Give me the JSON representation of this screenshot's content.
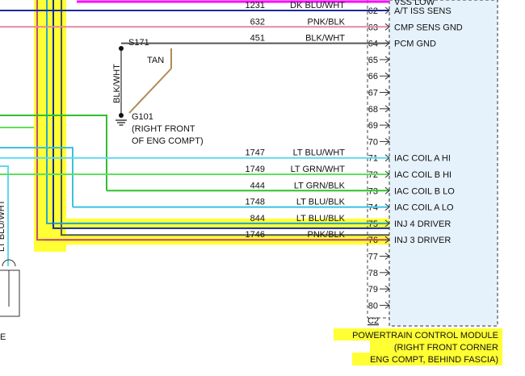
{
  "module": {
    "connector": "C2",
    "title_lines": [
      "POWERTRAIN CONTROL MODULE",
      "(RIGHT FRONT CORNER",
      "ENG COMPT, BEHIND FASCIA)"
    ]
  },
  "splice": {
    "label": "S171",
    "branch_down_color": "BLK/WHT",
    "branch_diag_color": "TAN"
  },
  "ground": {
    "label": "G101",
    "location_lines": [
      "(RIGHT FRONT",
      "OF ENG COMPT)"
    ]
  },
  "pins": [
    {
      "pin": "62",
      "circuit": "1231",
      "color": "DK BLU/WHT",
      "function": "A/T ISS SENS",
      "wire": "#1a2a9a",
      "highlight": false
    },
    {
      "pin": "63",
      "circuit": "632",
      "color": "PNK/BLK",
      "function": "CMP SENS GND",
      "wire": "#e08aa0",
      "highlight": false
    },
    {
      "pin": "64",
      "circuit": "451",
      "color": "BLK/WHT",
      "function": "PCM GND",
      "wire": "#555555",
      "highlight": false
    },
    {
      "pin": "65",
      "circuit": "",
      "color": "",
      "function": "",
      "wire": "",
      "highlight": false
    },
    {
      "pin": "66",
      "circuit": "",
      "color": "",
      "function": "",
      "wire": "",
      "highlight": false
    },
    {
      "pin": "67",
      "circuit": "",
      "color": "",
      "function": "",
      "wire": "",
      "highlight": false
    },
    {
      "pin": "68",
      "circuit": "",
      "color": "",
      "function": "",
      "wire": "",
      "highlight": false
    },
    {
      "pin": "69",
      "circuit": "",
      "color": "",
      "function": "",
      "wire": "",
      "highlight": false
    },
    {
      "pin": "70",
      "circuit": "",
      "color": "",
      "function": "",
      "wire": "",
      "highlight": false
    },
    {
      "pin": "71",
      "circuit": "1747",
      "color": "LT BLU/WHT",
      "function": "IAC COIL A HI",
      "wire": "#5fd8f0",
      "highlight": false
    },
    {
      "pin": "72",
      "circuit": "1749",
      "color": "LT GRN/WHT",
      "function": "IAC COIL B HI",
      "wire": "#5ee05e",
      "highlight": false
    },
    {
      "pin": "73",
      "circuit": "444",
      "color": "LT GRN/BLK",
      "function": "IAC COIL B LO",
      "wire": "#2fbf2f",
      "highlight": false
    },
    {
      "pin": "74",
      "circuit": "1748",
      "color": "LT BLU/BLK",
      "function": "IAC COIL A LO",
      "wire": "#3cc0e0",
      "highlight": false
    },
    {
      "pin": "75",
      "circuit": "844",
      "color": "LT BLU/BLK",
      "function": "INJ 4 DRIVER",
      "wire": "#2aa6c8",
      "highlight": true
    },
    {
      "pin": "76",
      "circuit": "1746",
      "color": "PNK/BLK",
      "function": "INJ 3 DRIVER",
      "wire": "#c0507a",
      "highlight": true
    },
    {
      "pin": "77",
      "circuit": "",
      "color": "",
      "function": "",
      "wire": "",
      "highlight": false
    },
    {
      "pin": "78",
      "circuit": "",
      "color": "",
      "function": "",
      "wire": "",
      "highlight": false
    },
    {
      "pin": "79",
      "circuit": "",
      "color": "",
      "function": "",
      "wire": "",
      "highlight": false
    },
    {
      "pin": "80",
      "circuit": "",
      "color": "",
      "function": "",
      "wire": "",
      "highlight": false
    }
  ],
  "partial_top": {
    "function": "VSS LOW"
  },
  "left_fragment": {
    "vertical_label": "LT BLU/WHT",
    "bottom_letter": "E"
  },
  "colors": {
    "highlight": "#ffff33",
    "magenta_bus": "#ff00ff",
    "module_fill": "#e6f2fb",
    "tan": "#b08a55"
  }
}
